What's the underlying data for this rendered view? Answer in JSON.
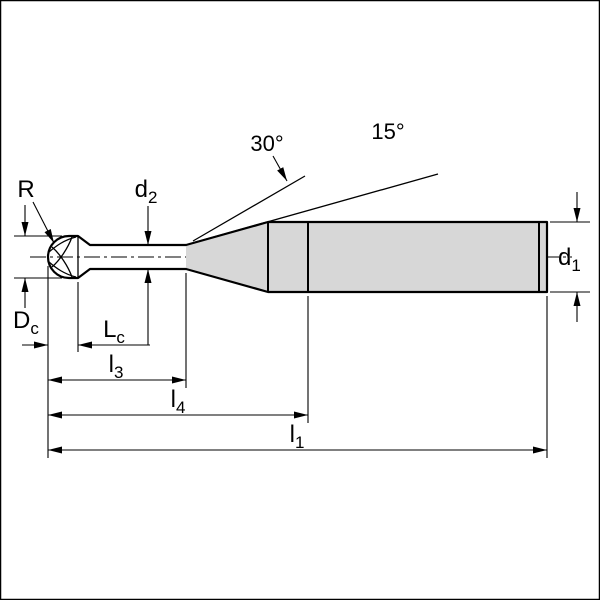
{
  "drawing": {
    "labels": {
      "radius": "R",
      "neck_diameter": {
        "base": "d",
        "sub": "2"
      },
      "angle_30": "30°",
      "angle_15": "15°",
      "shank_diameter": {
        "base": "d",
        "sub": "1"
      },
      "cutting_diameter": {
        "base": "D",
        "sub": "c"
      },
      "cutting_length": {
        "base": "L",
        "sub": "c"
      },
      "length_l3": {
        "base": "l",
        "sub": "3"
      },
      "length_l4": {
        "base": "l",
        "sub": "4"
      },
      "length_l1": {
        "base": "l",
        "sub": "1"
      }
    },
    "colors": {
      "line": "#000000",
      "background": "#ffffff",
      "shank_fill": "#d7d7d7"
    }
  }
}
